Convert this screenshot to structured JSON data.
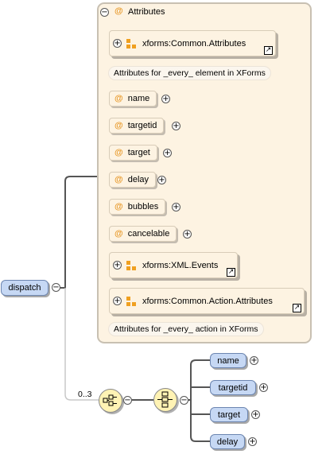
{
  "root": {
    "name": "dispatch"
  },
  "attributes": {
    "title": "Attributes",
    "common_group": {
      "name": "xforms:Common.Attributes",
      "doc": "Attributes for _every_ element in XForms"
    },
    "items": [
      "name",
      "targetid",
      "target",
      "delay",
      "bubbles",
      "cancelable"
    ],
    "events_group": {
      "name": "xforms:XML.Events"
    },
    "action_group": {
      "name": "xforms:Common.Action.Attributes",
      "doc": "Attributes for _every_ action in XForms"
    }
  },
  "sequence": {
    "occurrence": "0..3"
  },
  "children": [
    "name",
    "targetid",
    "target",
    "delay"
  ],
  "icons": {
    "collapse": "minus-circle-icon",
    "expand": "plus-circle-icon",
    "attribute": "at-sign-icon",
    "group": "attribute-group-icon",
    "link": "external-link-icon",
    "sequence": "sequence-compositor-icon",
    "choice": "choice-compositor-icon"
  },
  "colors": {
    "attribute_bg": "#fdf3e2",
    "element_bg": "#c6d8f4",
    "compositor_bg": "#fff3b4",
    "at_sign": "#e89a2c"
  }
}
